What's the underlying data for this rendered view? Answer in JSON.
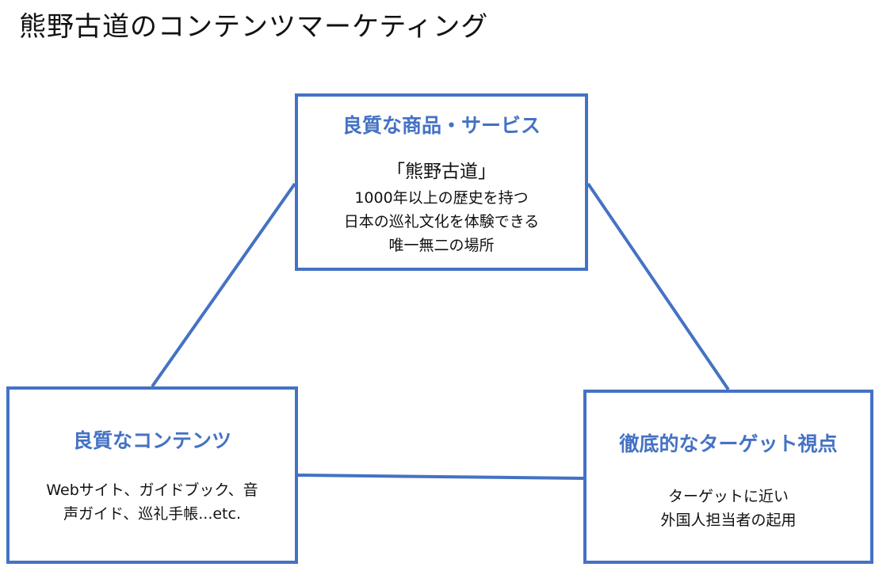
{
  "title": "熊野古道のコンテンツマーケティング",
  "colors": {
    "accent": "#4472C4",
    "text": "#111111",
    "background": "#ffffff"
  },
  "nodes": {
    "product": {
      "heading": "良質な商品・サービス",
      "subheading": "「熊野古道」",
      "lines": [
        "1000年以上の歴史を持つ",
        "日本の巡礼文化を体験できる",
        "唯一無二の場所"
      ]
    },
    "content": {
      "heading": "良質なコンテンツ",
      "lines": [
        "Webサイト、ガイドブック、音",
        "声ガイド、巡礼手帳...etc."
      ]
    },
    "target": {
      "heading": "徹底的なターゲット視点",
      "lines": [
        "ターゲットに近い",
        "外国人担当者の起用"
      ]
    }
  }
}
